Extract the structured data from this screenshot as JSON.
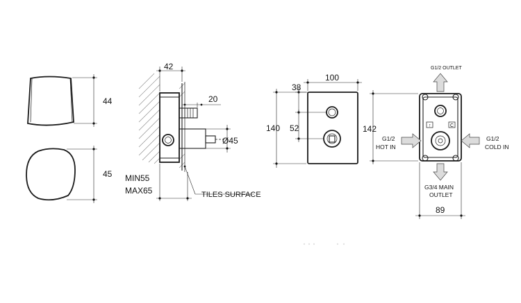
{
  "views": {
    "handle": {
      "height_top": "44",
      "height_bottom": "45"
    },
    "section": {
      "depth_top": "42",
      "stem": "20",
      "diameter": "Ø45",
      "min_depth": "MIN55",
      "max_depth": "MAX65",
      "tiles_surface": "TILES SURFACE"
    },
    "plate": {
      "width": "100",
      "offset": "38",
      "height": "140",
      "spacing": "52"
    },
    "body": {
      "height": "142",
      "width": "89",
      "top_outlet": "G1/2 OUTLET",
      "hot_in_size": "G1/2",
      "hot_in": "HOT IN",
      "cold_in_size": "G1/2",
      "cold_in": "COLD IN",
      "main_outlet_size": "G3/4 MAIN",
      "main_outlet": "OUTLET"
    }
  }
}
